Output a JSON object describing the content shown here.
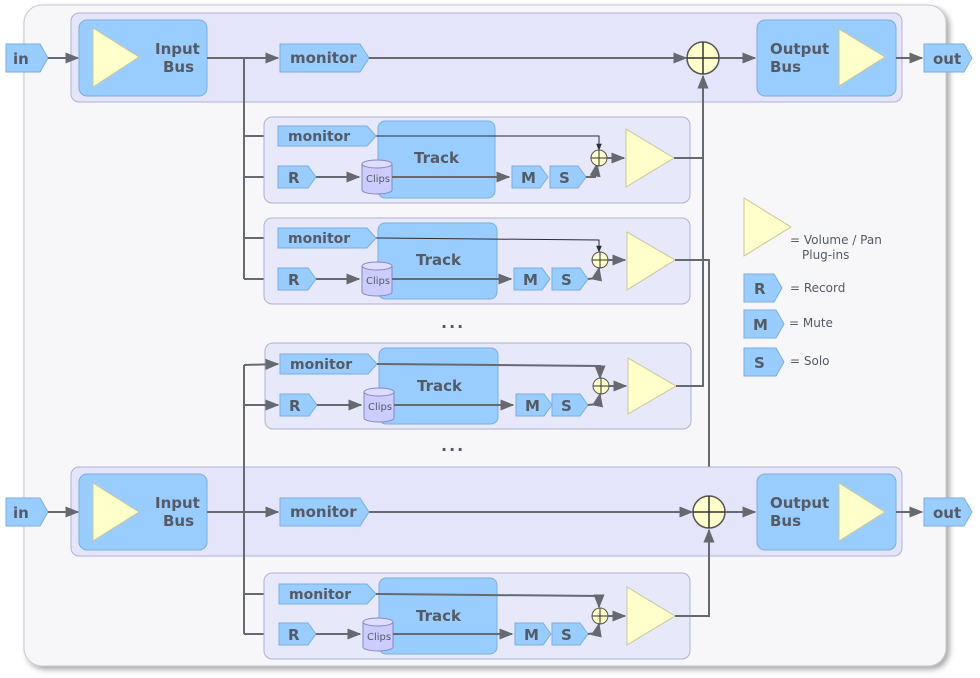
{
  "colors": {
    "canvas_bg": "#f7f7fa",
    "bus_bg": "#e4e4fa",
    "track_bg": "#e8e8fb",
    "block_blue": "#99ccff",
    "triangle_fill": "#ffffcc",
    "wire": "#666a70",
    "text": "#555b64"
  },
  "buses": [
    {
      "in_label": "in",
      "input_line1": "Input",
      "input_line2": "Bus",
      "monitor_label": "monitor",
      "output_line1": "Output",
      "output_line2": "Bus",
      "out_label": "out"
    },
    {
      "in_label": "in",
      "input_line1": "Input",
      "input_line2": "Bus",
      "monitor_label": "monitor",
      "output_line1": "Output",
      "output_line2": "Bus",
      "out_label": "out"
    }
  ],
  "tracks": [
    {
      "monitor_label": "monitor",
      "track_label": "Track",
      "record_label": "R",
      "clips_label": "Clips",
      "mute_label": "M",
      "solo_label": "S"
    },
    {
      "monitor_label": "monitor",
      "track_label": "Track",
      "record_label": "R",
      "clips_label": "Clips",
      "mute_label": "M",
      "solo_label": "S"
    },
    {
      "monitor_label": "monitor",
      "track_label": "Track",
      "record_label": "R",
      "clips_label": "Clips",
      "mute_label": "M",
      "solo_label": "S"
    },
    {
      "monitor_label": "monitor",
      "track_label": "Track",
      "record_label": "R",
      "clips_label": "Clips",
      "mute_label": "M",
      "solo_label": "S"
    }
  ],
  "ellipsis": [
    "...",
    "..."
  ],
  "legend": {
    "volume_line1": "= Volume / Pan",
    "volume_line2": "Plug-ins",
    "record_key": "R",
    "record_text": "= Record",
    "mute_key": "M",
    "mute_text": "= Mute",
    "solo_key": "S",
    "solo_text": "= Solo"
  }
}
